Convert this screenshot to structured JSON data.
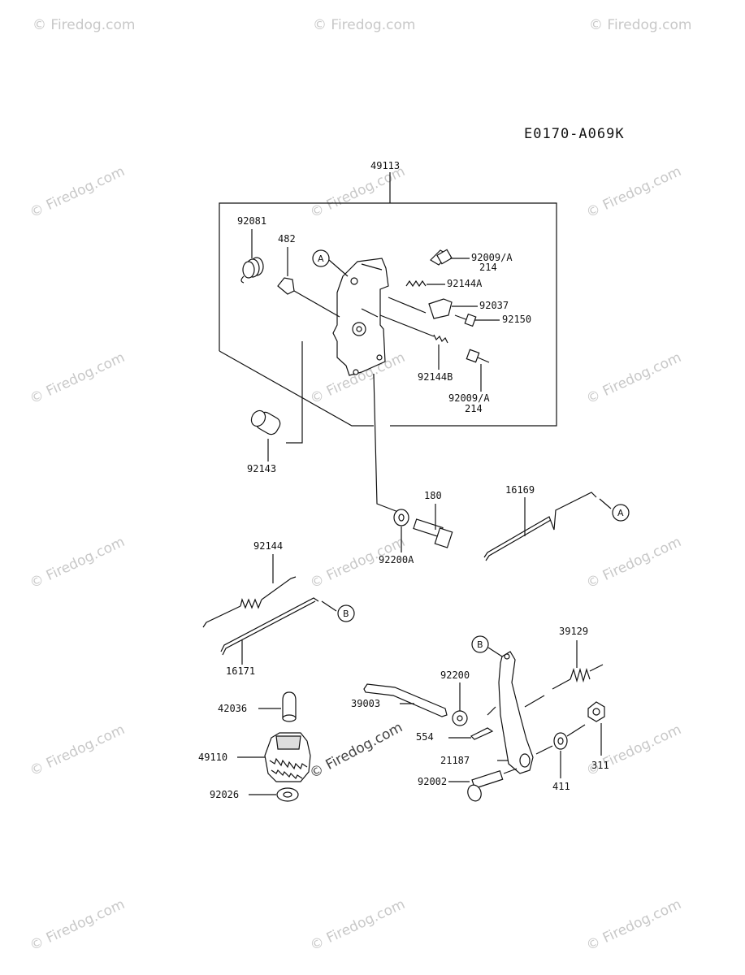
{
  "diagram_code": "E0170-A069K",
  "watermark": {
    "text": "© Firedog.com",
    "center_text": "© Firedog.com"
  },
  "callouts": {
    "a": "A",
    "b": "B"
  },
  "labels": {
    "p49113": "49113",
    "p92081": "92081",
    "p482": "482",
    "p92009a_1": "92009/A",
    "p214_1": "214",
    "p92144a": "92144A",
    "p92037": "92037",
    "p92150": "92150",
    "p92144b": "92144B",
    "p92009a_2": "92009/A",
    "p214_2": "214",
    "p92143": "92143",
    "p180": "180",
    "p92200a": "92200A",
    "p16169": "16169",
    "p92144": "92144",
    "p16171": "16171",
    "p39129": "39129",
    "p92200": "92200",
    "p42036": "42036",
    "p39003": "39003",
    "p554": "554",
    "p49110": "49110",
    "p21187": "21187",
    "p92002": "92002",
    "p311": "311",
    "p411": "411",
    "p92026": "92026"
  }
}
